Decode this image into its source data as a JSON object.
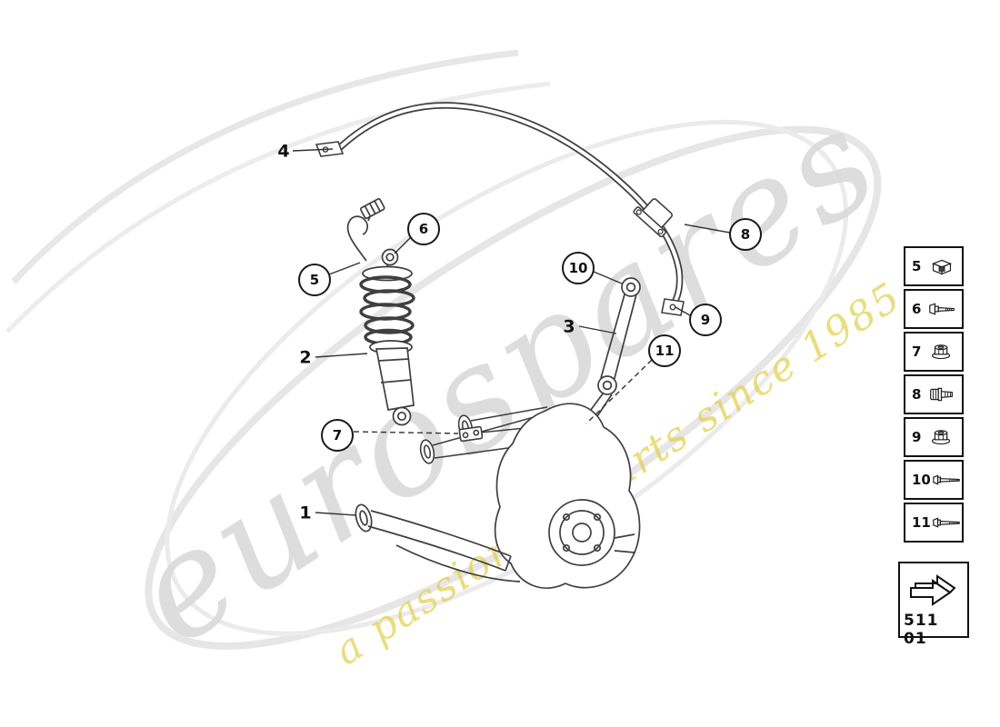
{
  "watermark": {
    "brand": "eurospares",
    "tagline": "a passion for parts since 1985",
    "brand_color": "#d9d9d9",
    "tagline_color": "#e3cf45"
  },
  "diagram": {
    "description": "Rear suspension parts diagram with shock absorber, anti-roll bar, link and wishbones",
    "callouts": [
      {
        "label": "1",
        "style": "plain"
      },
      {
        "label": "2",
        "style": "plain"
      },
      {
        "label": "3",
        "style": "plain"
      },
      {
        "label": "4",
        "style": "plain"
      },
      {
        "label": "5",
        "style": "circled"
      },
      {
        "label": "6",
        "style": "circled"
      },
      {
        "label": "7",
        "style": "circled"
      },
      {
        "label": "8",
        "style": "circled"
      },
      {
        "label": "9",
        "style": "circled"
      },
      {
        "label": "10",
        "style": "circled"
      },
      {
        "label": "11",
        "style": "circled"
      }
    ]
  },
  "legend": {
    "items": [
      {
        "number": "5",
        "icon": "square-nut-icon"
      },
      {
        "number": "6",
        "icon": "hex-bolt-icon"
      },
      {
        "number": "7",
        "icon": "flange-nut-icon"
      },
      {
        "number": "8",
        "icon": "socket-head-bolt-icon"
      },
      {
        "number": "9",
        "icon": "flange-nut-icon"
      },
      {
        "number": "10",
        "icon": "hex-screw-icon"
      },
      {
        "number": "11",
        "icon": "hex-screw-icon"
      }
    ]
  },
  "part_group": {
    "code": "511 01",
    "icon": "direction-arrow-icon"
  }
}
